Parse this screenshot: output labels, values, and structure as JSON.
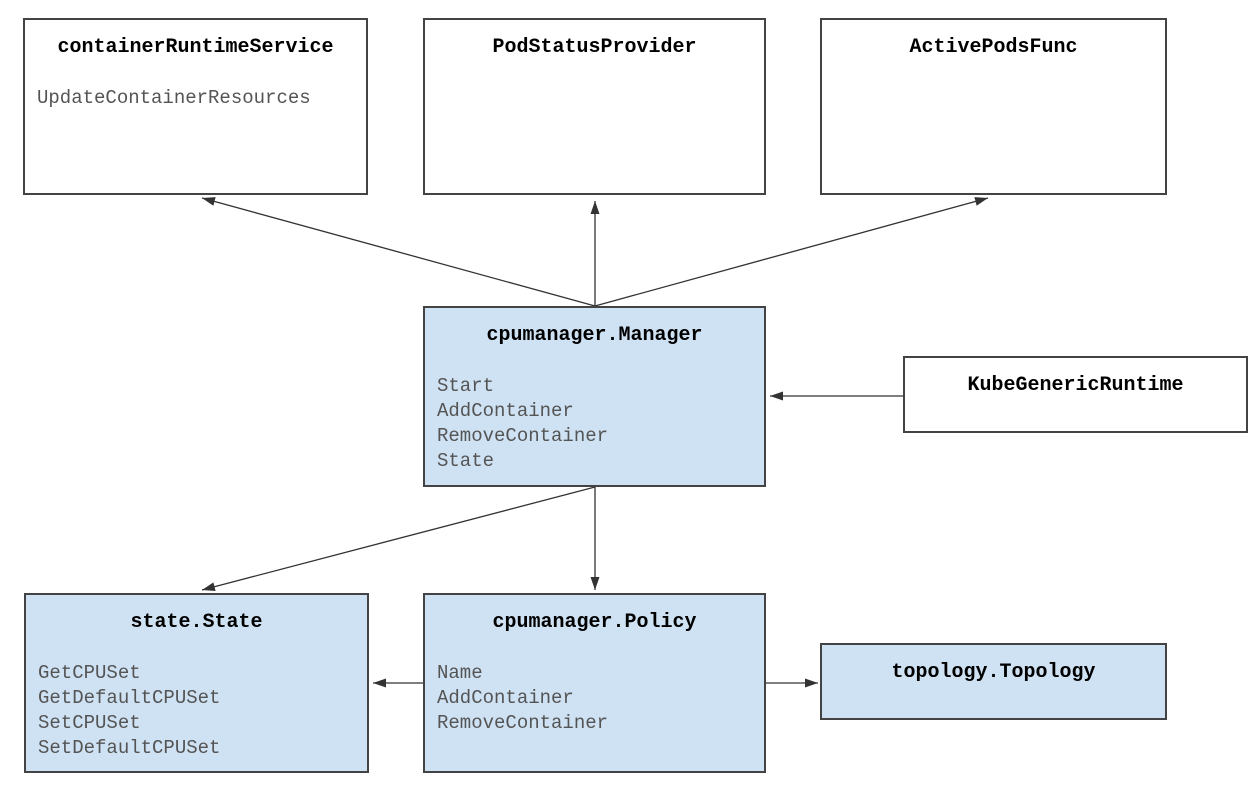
{
  "diagram": {
    "description": "Kubernetes cpumanager architecture diagram",
    "colors": {
      "background": "#ffffff",
      "box_fill_white": "#ffffff",
      "box_fill_blue": "#cfe2f3",
      "box_border": "#434343",
      "title_text": "#000000",
      "method_text": "#545454",
      "arrow": "#333333"
    },
    "boxes": {
      "container_runtime_service": {
        "title": "containerRuntimeService",
        "methods": [
          "UpdateContainerResources"
        ]
      },
      "pod_status_provider": {
        "title": "PodStatusProvider",
        "methods": []
      },
      "active_pods_func": {
        "title": "ActivePodsFunc",
        "methods": []
      },
      "cpumanager_manager": {
        "title": "cpumanager.Manager",
        "methods": [
          "Start",
          "AddContainer",
          "RemoveContainer",
          "State"
        ]
      },
      "kube_generic_runtime": {
        "title": "KubeGenericRuntime",
        "methods": []
      },
      "state_state": {
        "title": "state.State",
        "methods": [
          "GetCPUSet",
          "GetDefaultCPUSet",
          "SetCPUSet",
          "SetDefaultCPUSet"
        ]
      },
      "cpumanager_policy": {
        "title": "cpumanager.Policy",
        "methods": [
          "Name",
          "AddContainer",
          "RemoveContainer"
        ]
      },
      "topology_topology": {
        "title": "topology.Topology",
        "methods": []
      }
    },
    "edges": [
      {
        "from": "cpumanager.Manager",
        "to": "containerRuntimeService"
      },
      {
        "from": "cpumanager.Manager",
        "to": "PodStatusProvider"
      },
      {
        "from": "cpumanager.Manager",
        "to": "ActivePodsFunc"
      },
      {
        "from": "KubeGenericRuntime",
        "to": "cpumanager.Manager"
      },
      {
        "from": "cpumanager.Manager",
        "to": "state.State"
      },
      {
        "from": "cpumanager.Manager",
        "to": "cpumanager.Policy"
      },
      {
        "from": "cpumanager.Policy",
        "to": "state.State"
      },
      {
        "from": "cpumanager.Policy",
        "to": "topology.Topology"
      }
    ]
  }
}
